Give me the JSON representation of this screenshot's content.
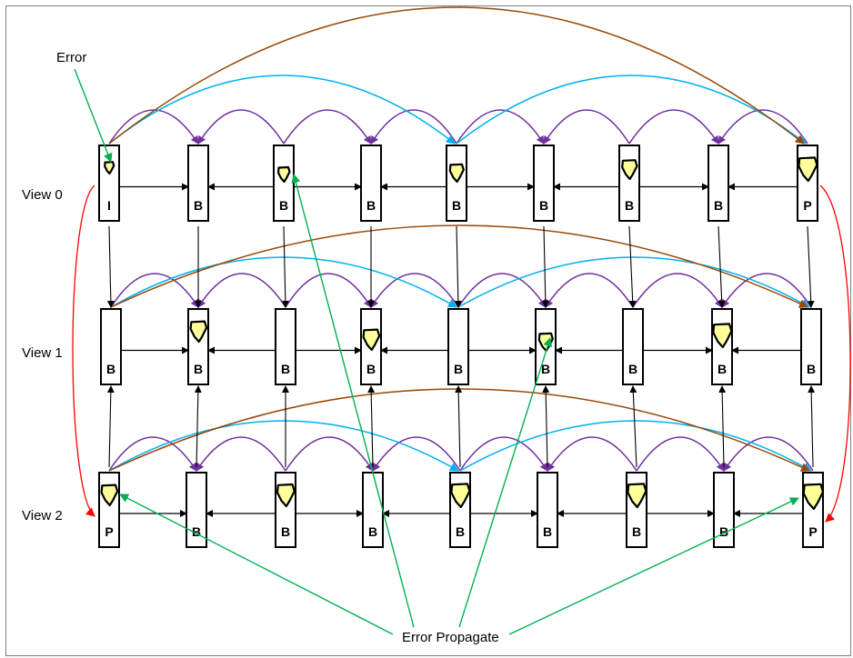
{
  "diagram": {
    "views": [
      {
        "label": "View 0",
        "frames": [
          "I",
          "B",
          "B",
          "B",
          "B",
          "B",
          "B",
          "B",
          "P"
        ]
      },
      {
        "label": "View 1",
        "frames": [
          "B",
          "B",
          "B",
          "B",
          "B",
          "B",
          "B",
          "B",
          "B"
        ]
      },
      {
        "label": "View 2",
        "frames": [
          "P",
          "B",
          "B",
          "B",
          "B",
          "B",
          "B",
          "B",
          "P"
        ]
      }
    ],
    "error_label": "Error",
    "propagate_label": "Error Propagate",
    "colors": {
      "frame_border": "#000000",
      "error_fill": "#ffff99",
      "purple_arc": "#7030a0",
      "blue_arc": "#00b0f0",
      "brown_arc": "#984807",
      "green_arrow": "#00b050",
      "red_arrow": "#ff0000",
      "black_arrow": "#000000"
    }
  }
}
